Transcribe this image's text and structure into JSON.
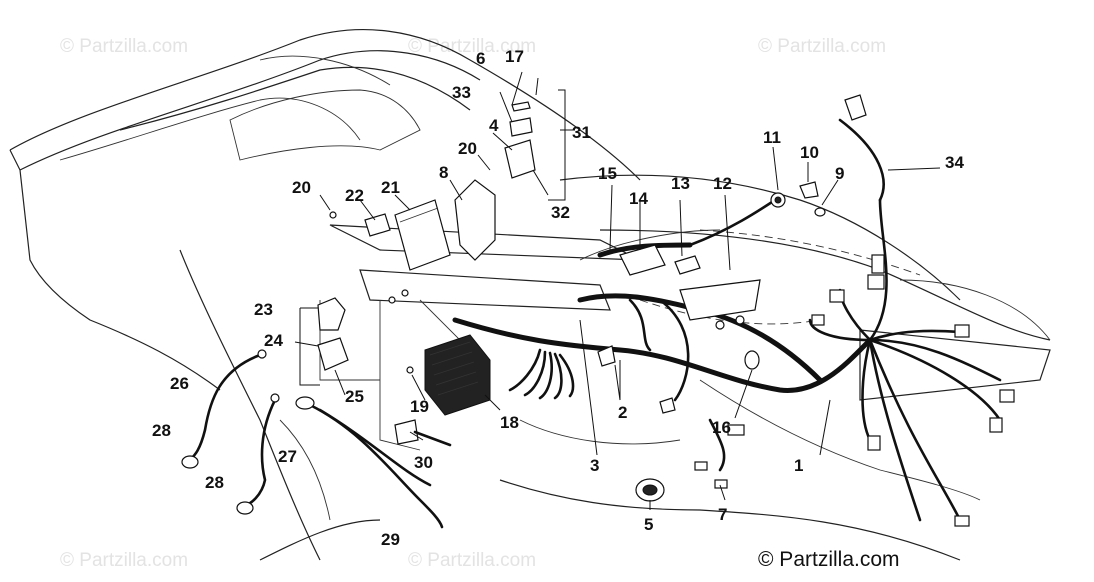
{
  "watermarks": [
    {
      "text": "© Partzilla.com"
    },
    {
      "text": "© Partzilla.com"
    },
    {
      "text": "© Partzilla.com"
    },
    {
      "text": "© Partzilla.com"
    },
    {
      "text": "© Partzilla.com"
    }
  ],
  "copyright": "© Partzilla.com",
  "callouts": {
    "c1": "1",
    "c2": "2",
    "c3": "3",
    "c4": "4",
    "c5": "5",
    "c6": "6",
    "c7": "7",
    "c8": "8",
    "c9": "9",
    "c10": "10",
    "c11": "11",
    "c12": "12",
    "c13": "13",
    "c14": "14",
    "c15": "15",
    "c16": "16",
    "c17": "17",
    "c18": "18",
    "c19": "19",
    "c20a": "20",
    "c20b": "20",
    "c21": "21",
    "c22": "22",
    "c23": "23",
    "c24": "24",
    "c25": "25",
    "c26": "26",
    "c27": "27",
    "c28a": "28",
    "c28b": "28",
    "c29": "29",
    "c30": "30",
    "c31": "31",
    "c32": "32",
    "c33": "33",
    "c34": "34"
  }
}
